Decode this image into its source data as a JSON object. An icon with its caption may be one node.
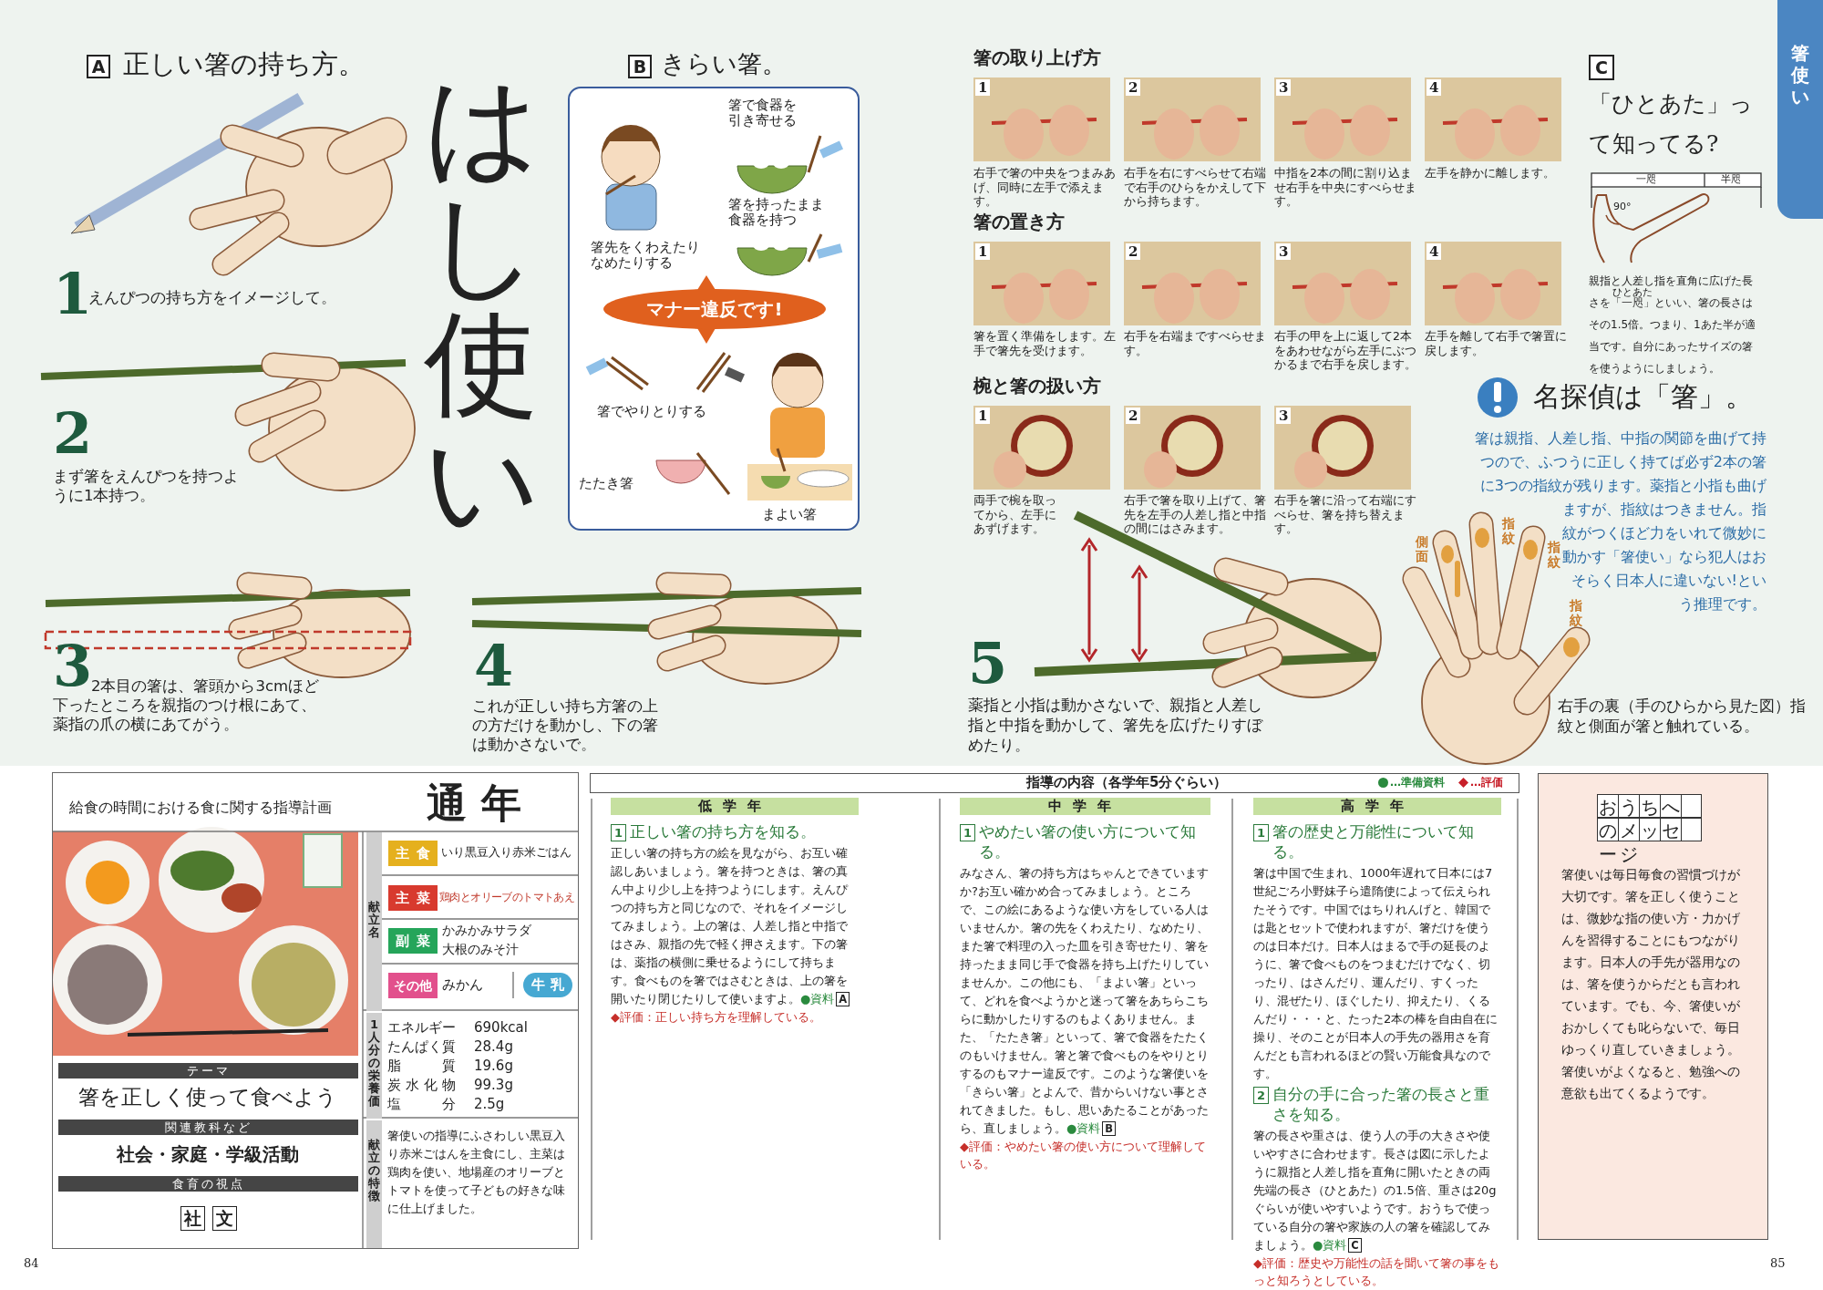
{
  "diagram": {
    "title": "はし使い",
    "nodes": [
      {
        "text": [
          "箸使い"
        ]
      },
      {
        "text": [
          "A"
        ]
      },
      {
        "text": [
          "B"
        ]
      },
      {
        "text": [
          "箸で食器を引き寄せる",
          "箸を持ったまま食器を持つ",
          "箸先をくわえたりなめたりする",
          "箸でやりとりする",
          "たたき箸",
          "まよい箸"
        ]
      },
      {
        "text": [
          "マナー違反です!"
        ],
        "in": 3
      },
      {
        "text": [
          "C"
        ]
      },
      {
        "text": [
          "給食の時間における食に関する指導計画",
          "通年"
        ]
      },
      {
        "text": [
          "主食"
        ],
        "in": 6
      },
      {
        "text": [
          "主菜"
        ],
        "in": 6
      },
      {
        "text": [
          "副菜"
        ],
        "in": 6
      },
      {
        "text": [
          "その他"
        ],
        "in": 6
      },
      {
        "text": [
          "牛乳"
        ],
        "in": 6
      },
      {
        "text": [
          "献立名"
        ],
        "in": 6
      },
      {
        "text": [
          "1人分の栄養価"
        ],
        "in": 6
      },
      {
        "text": [
          "献立の特徴"
        ],
        "in": 6
      },
      {
        "text": [
          "テーマ"
        ],
        "in": 6
      },
      {
        "text": [
          "関連教科など"
        ],
        "in": 6
      },
      {
        "text": [
          "食育の視点"
        ],
        "in": 6
      },
      {
        "text": [
          "社"
        ],
        "in": 6
      },
      {
        "text": [
          "文"
        ],
        "in": 6
      },
      {
        "text": [
          "指導の内容（各学年5分ぐらい）"
        ]
      },
      {
        "text": [
          "低学年"
        ]
      },
      {
        "text": [
          "中学年"
        ]
      },
      {
        "text": [
          "高学年"
        ]
      },
      {
        "text": [
          "おうちへのメッセージ",
          "箸使いは毎日毎食の習慣づけが大切です。箸を正しく使うことは、微妙な指の使い方・力かげんを習得することにもつながります。日本人の手先が器用なのは、箸を使うからだとも言われています。でも、今、箸使いがおかしくても叱らないで、毎日ゆっくり直していきましょう。箸使いがよくなると、勉強への意欲も出てくるようです。"
        ]
      }
    ],
    "labels": [
      "正しい箸の持ち方。",
      "1",
      "えんぴつの持ち方をイメージして。",
      "2",
      "まず箸をえんぴつを持つように1本持つ。",
      "3",
      "2本目の箸は、箸頭から3cmほど下ったところを親指のつけ根にあて、薬指の爪の横にあてがう。",
      "4",
      "これが正しい持ち方箸の上の方だけを動かし、下の箸は動かさないで。",
      "きらい箸。",
      "箸の取り上げ方",
      "1",
      "2",
      "3",
      "4",
      "右手で箸の中央をつまみあげ、同時に左手で添えます。",
      "右手を右にすべらせて右端で右手のひらをかえして下から持ちます。",
      "中指を2本の間に割り込ませ右手を中央にすべらせます。",
      "左手を静かに離します。",
      "箸の置き方",
      "1",
      "2",
      "3",
      "4",
      "箸を置く準備をします。左手で箸先を受けます。",
      "右手を右端まですべらせます。",
      "右手の甲を上に返して2本をあわせながら左手にぶつかるまで右手を戻します。",
      "左手を離して右手で箸置に戻します。",
      "椀と箸の扱い方",
      "1",
      "2",
      "3",
      "両手で椀を取ってから、左手にあずげます。",
      "右手で箸を取り上げて、箸先を左手の人差し指と中指の間にはさみます。",
      "右手を箸に沿って右端にすべらせ、箸を持ち替えます。",
      "5",
      "薬指と小指は動かさないで、親指と人差し指と中指を動かして、箸先を広げたりすぼめたり。",
      "「ひとあた」って知ってる?",
      "一咫",
      "半咫",
      "90°",
      "ひとあた",
      "親指と人差し指を直角に広げた長さを「一咫」といい、箸の長さはその1.5倍。つまり、1あた半が適当です。自分にあったサイズの箸を使うようにしましょう。",
      "名探偵は「箸」。",
      "箸は親指、人差し指、中指の関節を曲げて持つので、ふつうに正しく持てば必ず2本の箸に3つの指紋が残ります。薬指と小指も曲げますが、指紋はつきません。指紋がつくほど力をいれて微妙に動かす「箸使い」なら犯人はおそらく日本人に違いない!という推理です。",
      "側面",
      "指紋",
      "指紋",
      "指紋",
      "右手の裏（手のひらから見た図）指紋と側面が箸と触れている。",
      "いり黒豆入り赤米ごはん",
      "鶏肉とオリーブのトマトあえ",
      "かみかみサラダ",
      "大根のみそ汁",
      "みかん",
      "エネルギー",
      "690kcal",
      "たんぱく質",
      "28.4g",
      "脂質",
      "19.6g",
      "炭水化物",
      "99.3g",
      "塩分",
      "2.5g",
      "箸使いの指導にふさわしい黒豆入り赤米ごはんを主食にし、主菜は鶏肉を使い、地場産のオリーブとトマトを使って子どもの好きな味に仕上げました。",
      "箸を正しく使って食べよう",
      "社会・家庭・学級活動",
      "84",
      "1",
      "正しい箸の持ち方を知る。",
      "正しい箸の持ち方の絵を見ながら、お互い確認しあいましょう。箸を持つときは、箸の真ん中より少し上を持つようにします。えんぴつの持ち方と同じなので、それをイメージしてみましょう。上の箸は、人差し指と中指ではさみ、親指の先で軽く押さえます。下の箸は、薬指の横側に乗せるようにして持ちます。食べものを箸ではさむときは、上の箸を開いたり閉じたりして使いますよ。",
      "●資料",
      "A",
      "◆評価：正しい持ち方を理解している。",
      "1",
      "やめたい箸の使い方について知る。",
      "みなさん、箸の持ち方はちゃんとできていますか?お互い確かめ合ってみましょう。ところで、この絵にあるような使い方をしている人はいませんか。箸の先をくわえたり、なめたり、また箸で料理の入った皿を引き寄せたり、箸を持ったまま同じ手で食器を持ち上げたりしていませんか。この他にも、「まよい箸」といって、どれを食べようかと迷って箸をあちらこちらに動かしたりするのもよくありません。また、「たたき箸」といって、箸で食器をたたくのもいけません。箸と箸で食べものをやりとりするのもマナー違反です。このような箸使いを「きらい箸」とよんで、昔からいけない事とされてきました。もし、思いあたることがあったら、直しましょう。",
      "●資料",
      "B",
      "◆評価：やめたい箸の使い方について理解している。",
      "1",
      "箸の歴史と万能性について知る。",
      "箸は中国で生まれ、1000年遅れて日本には7世紀ごろ小野妹子ら遣隋使によって伝えられたそうです。中国ではちりれんげと、韓国では匙とセットで使われますが、箸だけを使うのは日本だけ。日本人はまるで手の延長のように、箸で食べものをつまむだけでなく、切ったり、はさんだり、運んだり、すくったり、混ぜたり、ほぐしたり、抑えたり、くるんだり・・・と、たった2本の棒を自由自在に操り、そのことが日本人の手先の器用さを育んだとも言われるほどの賢い万能食具なのです。",
      "2",
      "自分の手に合った箸の長さと重さを知る。",
      "箸の長さや重さは、使う人の手の大きさや使いやすさに合わせます。長さは図に示したように親指と人差し指を直角に開いたときの両先端の長さ（ひとあた）の1.5倍、重さは20gぐらいが使いやすいようです。おうちで使っている自分の箸や家族の人の箸を確認してみましょう。",
      "●資料",
      "C",
      "◆評価：歴史や万能性の話を聞いて箸の事をもっと知ろうとしている。",
      "85"
    ],
    "legend": [
      {
        "text": "…準備資料",
        "color": "#2a8a3e"
      },
      {
        "text": "…評価",
        "color": "#c8202a"
      }
    ]
  }
}
